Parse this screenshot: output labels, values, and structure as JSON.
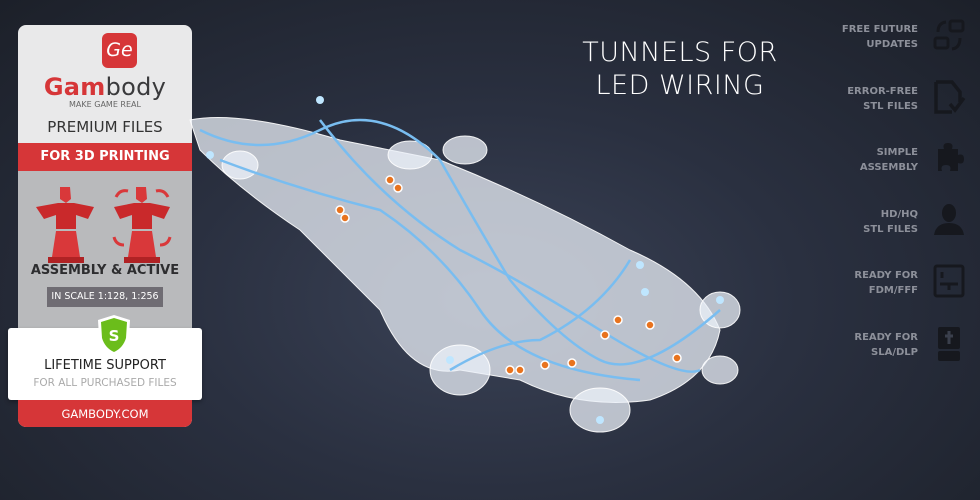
{
  "card": {
    "logo_mark": "Ge",
    "brand_red": "Gam",
    "brand_rest": "body",
    "tagline": "MAKE GAME REAL",
    "premium": "PREMIUM FILES",
    "for_3d": "FOR 3D PRINTING",
    "assembly": "ASSEMBLY & ACTIVE",
    "scale": "IN SCALE 1:128, 1:256",
    "shield_letter": "S",
    "support_title": "LIFETIME SUPPORT",
    "support_sub": "FOR ALL PURCHASED FILES",
    "site": "GAMBODY.COM"
  },
  "headline": {
    "line1": "TUNNELS FOR",
    "line2": "LED WIRING"
  },
  "features": [
    {
      "l1": "FREE FUTURE",
      "l2": "UPDATES",
      "icon": "sync-icon"
    },
    {
      "l1": "ERROR-FREE",
      "l2": "STL FILES",
      "icon": "file-check-icon"
    },
    {
      "l1": "SIMPLE",
      "l2": "ASSEMBLY",
      "icon": "puzzle-icon"
    },
    {
      "l1": "HD/HQ",
      "l2": "STL FILES",
      "icon": "ironman-icon"
    },
    {
      "l1": "READY FOR",
      "l2": "FDM/FFF",
      "icon": "fdm-printer-icon"
    },
    {
      "l1": "READY FOR",
      "l2": "SLA/DLP",
      "icon": "sla-printer-icon"
    }
  ],
  "colors": {
    "brand_red": "#d63638",
    "led_blue": "#7cc4f2",
    "led_orange": "#e8731e"
  }
}
